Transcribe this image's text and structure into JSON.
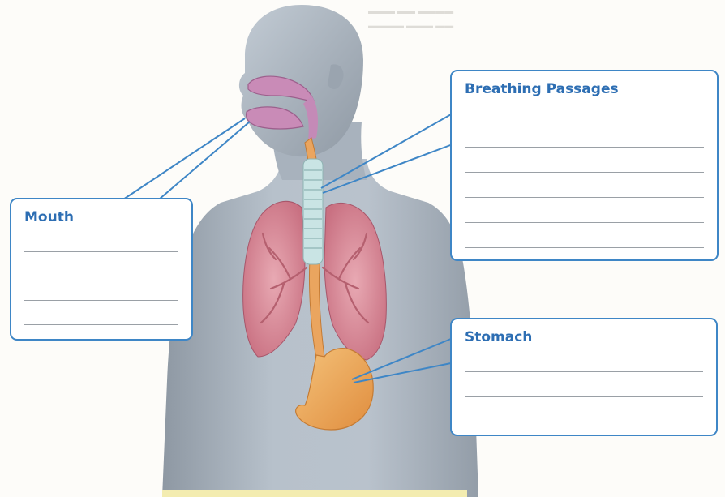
{
  "diagram": {
    "labels": {
      "mouth": {
        "title": "Mouth",
        "lines": 4
      },
      "breathing_passages": {
        "title": "Breathing Passages",
        "lines": 6
      },
      "stomach": {
        "title": "Stomach",
        "lines": 3
      }
    }
  },
  "colors": {
    "accent_blue": "#3e86c6",
    "title_blue": "#2d6eb3",
    "body_gray": "#aeb8c3",
    "lung_pink": "#d98a99",
    "airway_mauve": "#c48ab7",
    "esophagus_orange": "#eaa55f",
    "trachea_teal": "#c9e4e4"
  }
}
